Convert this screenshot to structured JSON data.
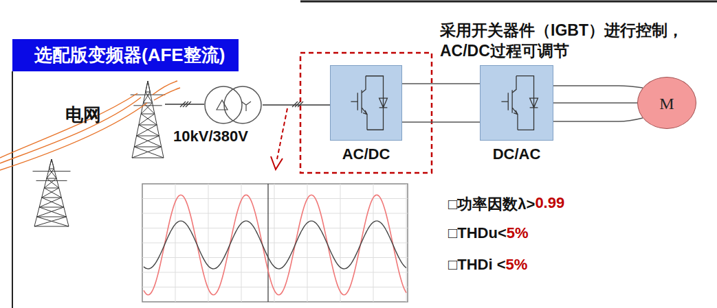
{
  "diagram": {
    "title": "选配版变频器(AFE整流)",
    "nodes": [
      {
        "text": [
          "10kV/380V"
        ]
      },
      {
        "text": [
          "AC/DC"
        ]
      },
      {
        "text": [
          "DC/AC"
        ]
      },
      {
        "text": [
          "M"
        ]
      }
    ],
    "edges": [
      {
        "from": 0,
        "to": 1,
        "arrow": "none"
      },
      {
        "from": 1,
        "to": 2,
        "arrow": "none"
      },
      {
        "from": 2,
        "to": 3,
        "arrow": "none"
      }
    ],
    "labels": [
      "电网",
      "采用开关器件（IGBT）进行控制，AC/DC过程可调节",
      "□功率因数λ>",
      "0.99",
      "□THDu<",
      "5%",
      "□THDi <",
      "5%"
    ]
  }
}
